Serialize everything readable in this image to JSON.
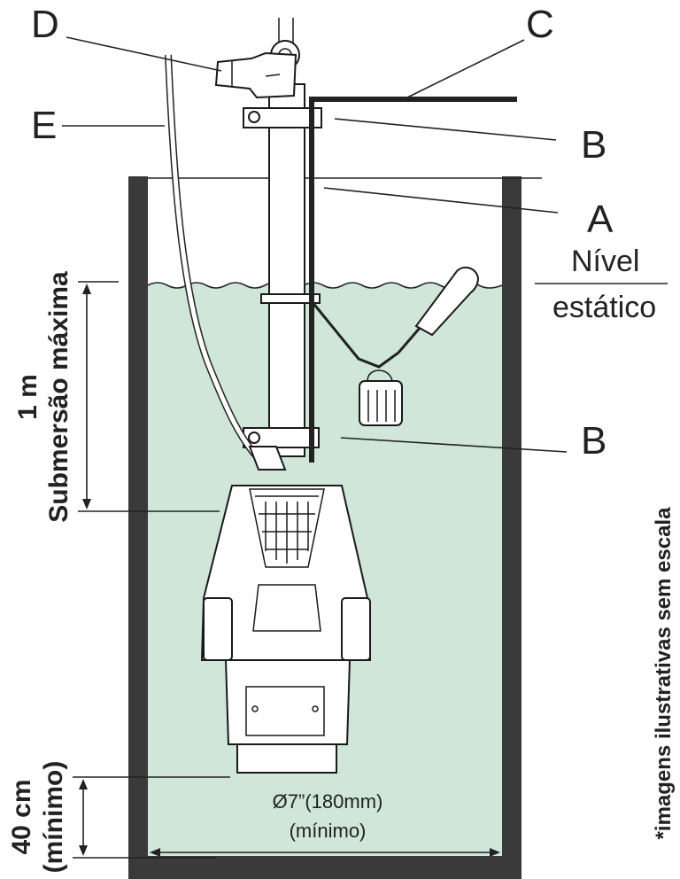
{
  "labels": {
    "d": "D",
    "c": "C",
    "e": "E",
    "b_top": "B",
    "a": "A",
    "nivel": "Nível",
    "estatico": "estático",
    "b_mid": "B",
    "one_m": "1 m",
    "submersao": "Submersão máxima",
    "forty_cm": "40 cm",
    "minimo_left": "(mínimo)",
    "diameter": "Ø7”(180mm)",
    "minimo_bottom": "(mínimo)",
    "disclaimer": "*imagens ilustrativas sem escala"
  },
  "colors": {
    "water": "#cfe6d9",
    "wall": "#3a3a3a",
    "line": "#222222"
  }
}
